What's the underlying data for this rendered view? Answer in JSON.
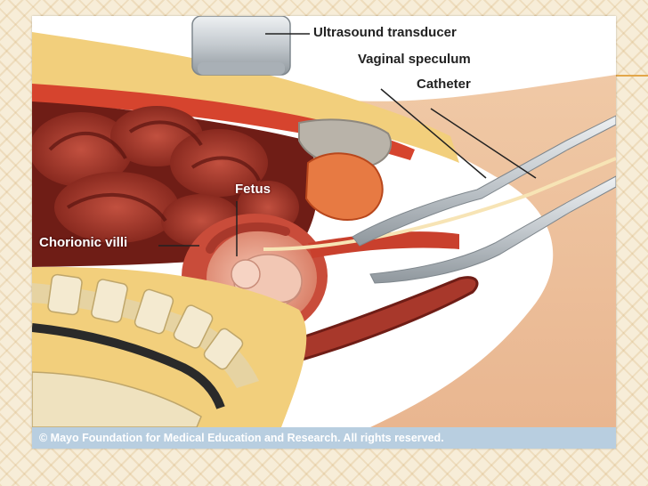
{
  "labels": {
    "transducer": "Ultrasound transducer",
    "speculum": "Vaginal speculum",
    "catheter": "Catheter",
    "fetus": "Fetus",
    "chorionic_villi": "Chorionic villi"
  },
  "copyright": "© Mayo Foundation for Medical Education and Research.  All rights reserved.",
  "colors": {
    "slide_background": "#f7edd8",
    "footer_bar": "#b8cee0",
    "fat_tissue": "#f2cf7c",
    "abdominal_wall": "#d6442e",
    "intestine": "#a8382b",
    "uterus": "#c94c3a",
    "amniotic_sac": "#e8a58b",
    "fetus": "#f2c7b4",
    "speculum": "#c7cdd2",
    "skin": "#f3cba7"
  }
}
